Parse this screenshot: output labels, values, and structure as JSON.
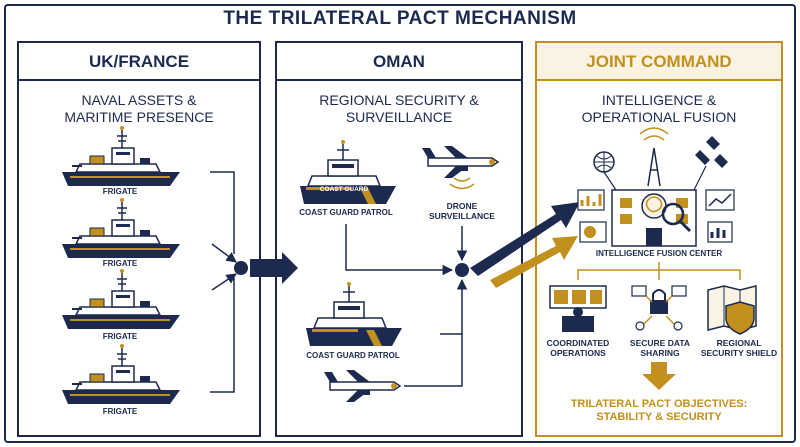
{
  "title": "THE TRILATERAL PACT MECHANISM",
  "colors": {
    "navy": "#1b2a4e",
    "gold": "#c1901e",
    "background": "#ffffff"
  },
  "columns": [
    {
      "header": "UK/FRANCE",
      "subtitle": "NAVAL ASSETS & MARITIME PRESENCE",
      "items": [
        {
          "label": "FRIGATE",
          "icon": "frigate-icon"
        },
        {
          "label": "FRIGATE",
          "icon": "frigate-icon"
        },
        {
          "label": "FRIGATE",
          "icon": "frigate-icon"
        },
        {
          "label": "FRIGATE",
          "icon": "frigate-icon"
        }
      ]
    },
    {
      "header": "OMAN",
      "subtitle": "REGIONAL SECURITY & SURVEILLANCE",
      "items": [
        {
          "label": "COAST GUARD PATROL",
          "icon": "patrol-vessel-icon"
        },
        {
          "label": "DRONE SURVEILLANCE",
          "icon": "drone-icon"
        },
        {
          "label": "COAST GUARD PATROL",
          "icon": "patrol-vessel-icon"
        },
        {
          "label": "",
          "icon": "drone-icon"
        }
      ],
      "ship_marking": "COAST GUARD"
    },
    {
      "header": "JOINT COMMAND",
      "subtitle": "INTELLIGENCE & OPERATIONAL FUSION",
      "center_label": "INTELLIGENCE FUSION CENTER",
      "functions": [
        {
          "label": "COORDINATED OPERATIONS",
          "icon": "command-screens-icon"
        },
        {
          "label": "SECURE DATA SHARING",
          "icon": "secure-network-icon"
        },
        {
          "label": "REGIONAL SECURITY SHIELD",
          "icon": "map-shield-icon"
        }
      ],
      "objective": "TRILATERAL PACT OBJECTIVES: STABILITY & SECURITY"
    }
  ]
}
